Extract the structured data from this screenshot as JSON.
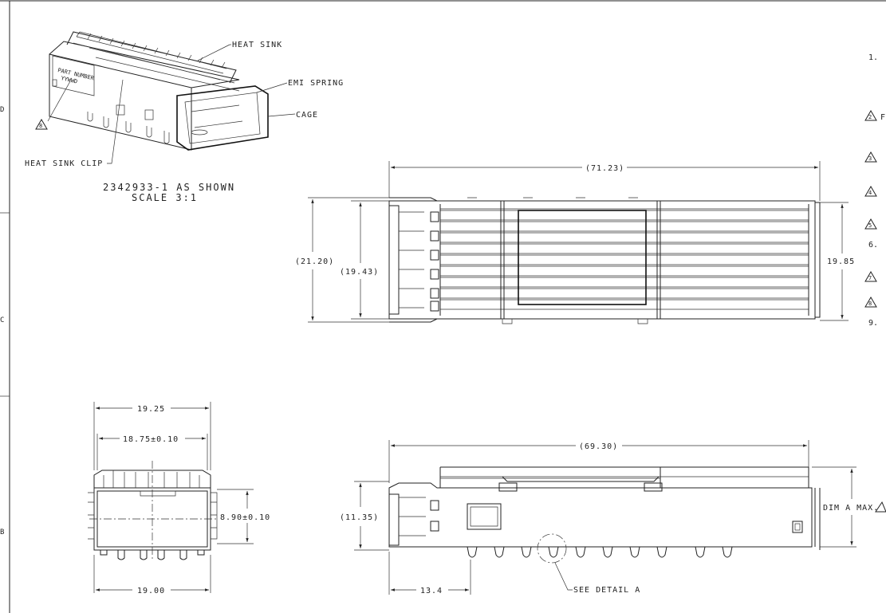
{
  "labels": {
    "heat_sink": "HEAT SINK",
    "emi_spring": "EMI SPRING",
    "cage": "CAGE",
    "heat_sink_clip": "HEAT SINK CLIP",
    "part_number": "PART NUMBER",
    "yywwd": "YYWWD",
    "caption_line1": "2342933-1 AS SHOWN",
    "caption_line2": "SCALE  3:1",
    "see_detail": "SEE DETAIL  A",
    "dim_a_max": "DIM A MAX."
  },
  "dimensions": {
    "top_length": "(71.23)",
    "overall_width": "(21.20)",
    "inner_width": "(19.43)",
    "right_width": "19.85",
    "front_top": "19.25",
    "front_inner": "18.75±0.10",
    "front_height": "8.90±0.10",
    "front_bottom": "19.00",
    "side_length": "(69.30)",
    "side_height": "(11.35)",
    "side_offset": "13.4"
  },
  "flags": {
    "iso_flag": "8"
  },
  "notes": {
    "n1": "1.",
    "n2": "2",
    "n2_text": "F",
    "n3": "3",
    "n4": "4",
    "n5": "5",
    "n6": "6.",
    "n7": "7",
    "n8": "8",
    "n9": "9."
  },
  "zones": {
    "d": "D",
    "c": "C",
    "b": "B"
  },
  "colors": {
    "ink": "#222222",
    "paper": "#ffffff"
  }
}
